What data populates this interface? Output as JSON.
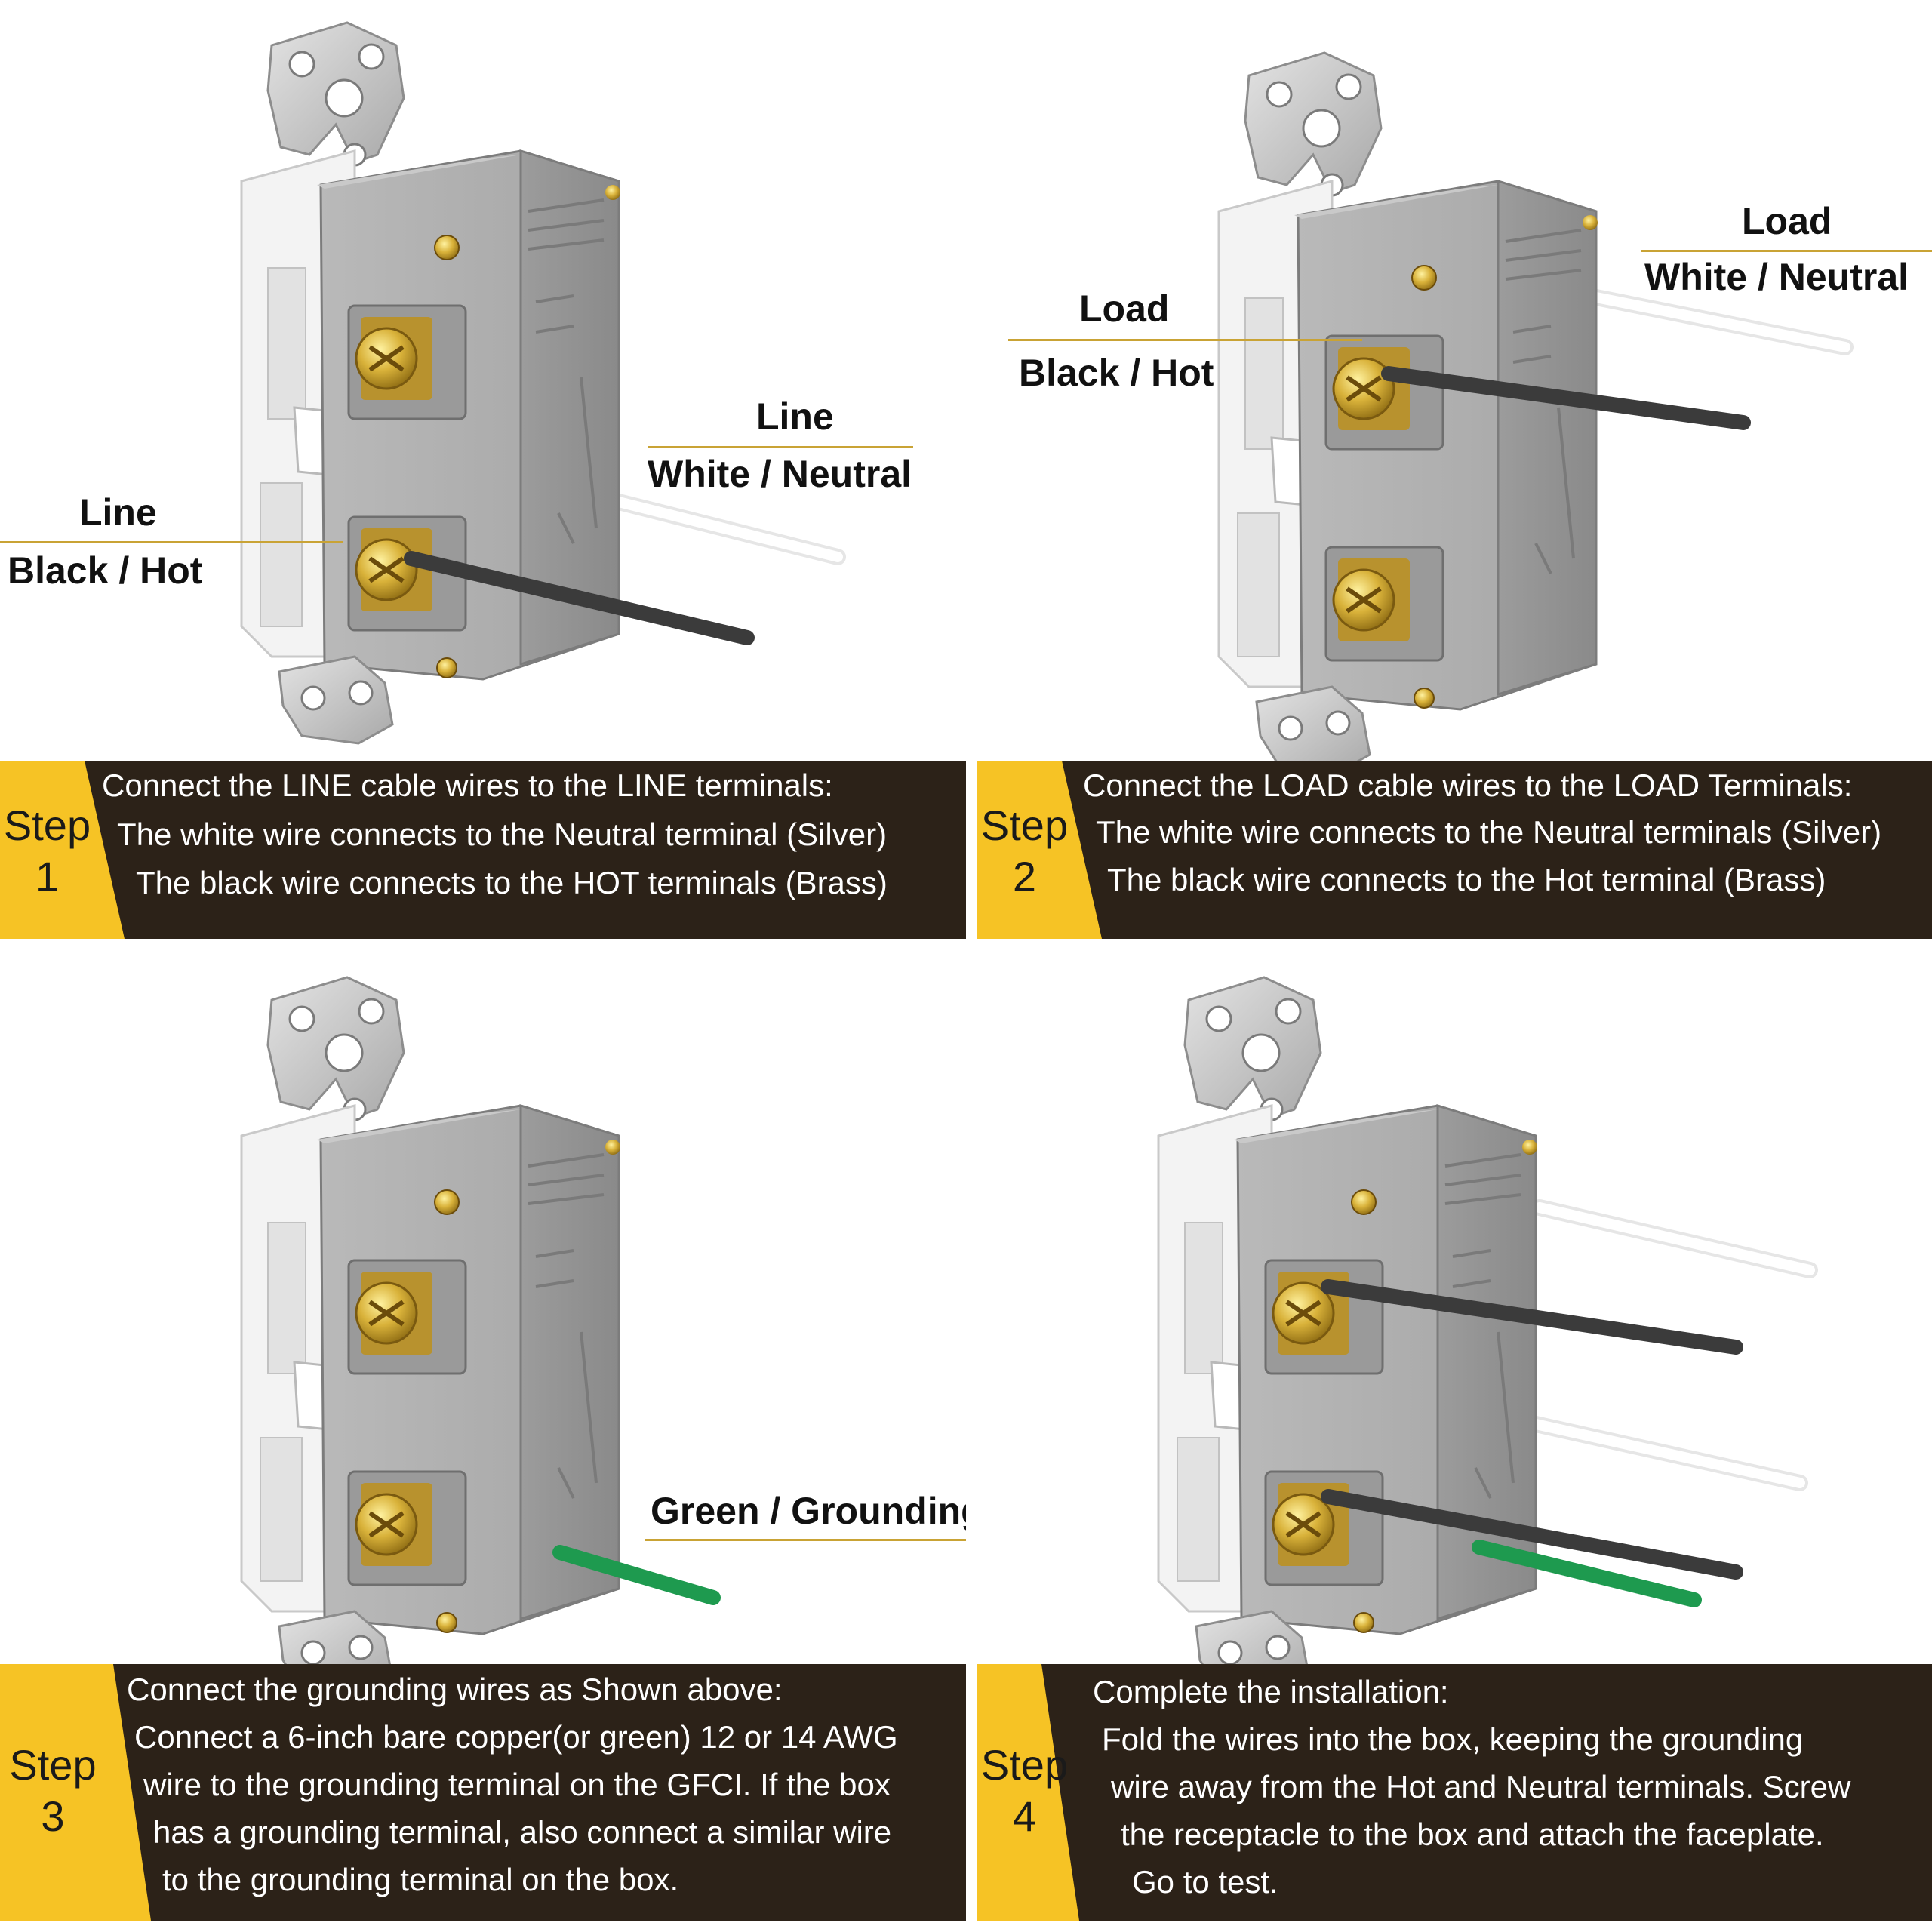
{
  "colors": {
    "banner_bg": "#2c2218",
    "step_accent": "#f6c325",
    "label_rule": "#c9a335",
    "hot_wire": "#3b3b3b",
    "neutral_wire": "#f2f2f2",
    "ground_wire": "#1e9a4f"
  },
  "panel1": {
    "labels": {
      "line_top": "Line",
      "line_bottom": "White / Neutral",
      "hot_top": "Line",
      "hot_bottom": "Black / Hot"
    },
    "step": {
      "word": "Step",
      "number": "1"
    },
    "text": [
      "Connect the LINE cable wires to the LINE terminals:",
      "The white wire connects to the Neutral terminal (Silver)",
      "The black wire connects to the HOT terminals (Brass)"
    ]
  },
  "panel2": {
    "labels": {
      "neutral_top": "Load",
      "neutral_bottom": "White / Neutral",
      "hot_top": "Load",
      "hot_bottom": "Black / Hot"
    },
    "step": {
      "word": "Step",
      "number": "2"
    },
    "text": [
      "Connect the LOAD cable wires to the LOAD Terminals:",
      "The white wire connects to the Neutral terminals (Silver)",
      "The black wire connects to the Hot terminal (Brass)"
    ]
  },
  "panel3": {
    "labels": {
      "ground": "Green / Grounding"
    },
    "step": {
      "word": "Step",
      "number": "3"
    },
    "text": [
      "Connect the grounding wires as Shown above:",
      "Connect a 6-inch bare copper(or green) 12 or 14 AWG",
      "wire to the grounding terminal on the GFCI. If the box",
      "has a grounding terminal, also connect a similar wire",
      "to the grounding terminal on the box."
    ]
  },
  "panel4": {
    "step": {
      "word": "Step",
      "number": "4"
    },
    "text": [
      "Complete the installation:",
      "Fold the wires into the box, keeping the grounding",
      "wire away from the Hot and Neutral terminals. Screw",
      "the receptacle to the box and attach the faceplate.",
      "Go to test."
    ]
  }
}
